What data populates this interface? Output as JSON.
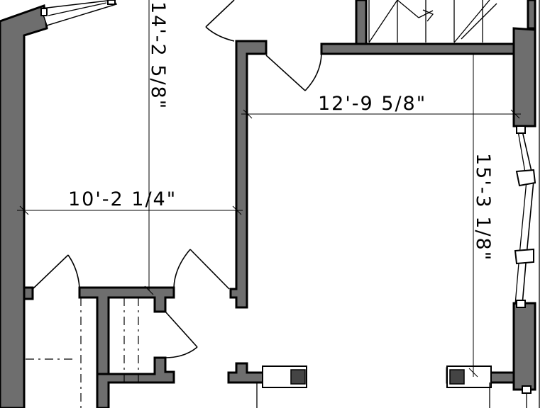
{
  "dimensions": {
    "room_left_height": "14'-2 5/8\"",
    "room_left_width": "10'-2 1/4\"",
    "room_right_width": "12'-9 5/8\"",
    "room_right_height": "15'-3 1/8\""
  }
}
